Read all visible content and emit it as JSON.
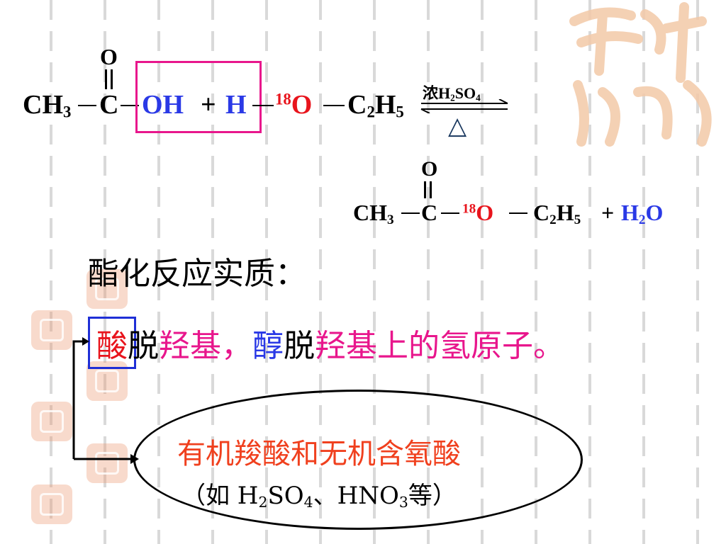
{
  "reaction1": {
    "o_top": "O",
    "ch3": "CH",
    "ch3_sub": "3",
    "c": "C",
    "oh": "OH",
    "plus": "+",
    "h": "H",
    "iso": "18",
    "o": "O",
    "c2h5_c": "C",
    "c2h5_sub1": "2",
    "c2h5_h": "H",
    "c2h5_sub2": "5",
    "catalyst_a": "浓H",
    "catalyst_sub2": "2",
    "catalyst_b": "SO",
    "catalyst_sub4": "4",
    "heat": "△"
  },
  "reaction2": {
    "o_top": "O",
    "ch3": "CH",
    "ch3_sub": "3",
    "c": "C",
    "iso": "18",
    "o": "O",
    "c2h5_c": "C",
    "c2h5_sub1": "2",
    "c2h5_h": "H",
    "c2h5_sub2": "5",
    "plus": "+",
    "water_h": "H",
    "water_sub": "2",
    "water_o": "O"
  },
  "essence": {
    "heading": "酯化反应实质："
  },
  "statement": {
    "acid": "酸",
    "remove1": "脱",
    "hydroxyl1": "羟基，",
    "alcohol": "醇",
    "remove2": "脱",
    "hydroxyl_h": "羟基上的氢原子。"
  },
  "acid_note": {
    "line1": "有机羧酸和无机含氧酸",
    "line2_a": "（如 H",
    "line2_sub2": "2",
    "line2_b": "SO",
    "line2_sub4": "4",
    "line2_c": "、HNO",
    "line2_sub3": "3",
    "line2_d": "等）"
  },
  "colors": {
    "red": "#e8141c",
    "blue": "#2a39e6",
    "pink": "#e8168c",
    "box_pink": "#e8168c",
    "box_blue": "#1f2fd6",
    "note_red": "#f0401e"
  }
}
